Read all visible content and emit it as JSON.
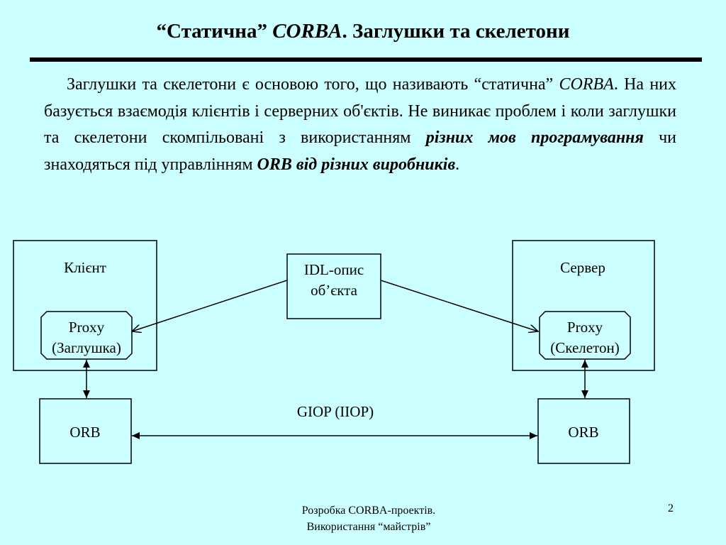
{
  "title": {
    "part1": "“Статична” ",
    "part2": "CORBA",
    "part3": ". Заглушки та скелетони"
  },
  "paragraph": {
    "p1": "Заглушки та скелетони є основою того, що називають “статична” ",
    "corba": "CORBA",
    "p2": ". На них базується взаємодія клієнтів і серверних об'єктів. Не виникає проблем і коли заглушки та скелетони скомпільовані з використанням ",
    "emph1": "різних мов програмування",
    "p3": " чи знаходяться під управлінням ",
    "emph2": "ORB від різних виробників",
    "p4": "."
  },
  "diagram": {
    "client_label": "Клієнт",
    "server_label": "Сервер",
    "idl_line1": "IDL-опис",
    "idl_line2": "об’єкта",
    "proxy_client_line1": "Proxy",
    "proxy_client_line2": "(Заглушка)",
    "proxy_server_line1": "Proxy",
    "proxy_server_line2": "(Скелетон)",
    "orb_left": "ORB",
    "orb_right": "ORB",
    "protocol": "GIOP (IIOP)"
  },
  "footer": {
    "line1": "Розробка CORBA-проектів.",
    "line2": "Використання “майстрів”",
    "page": "2"
  }
}
